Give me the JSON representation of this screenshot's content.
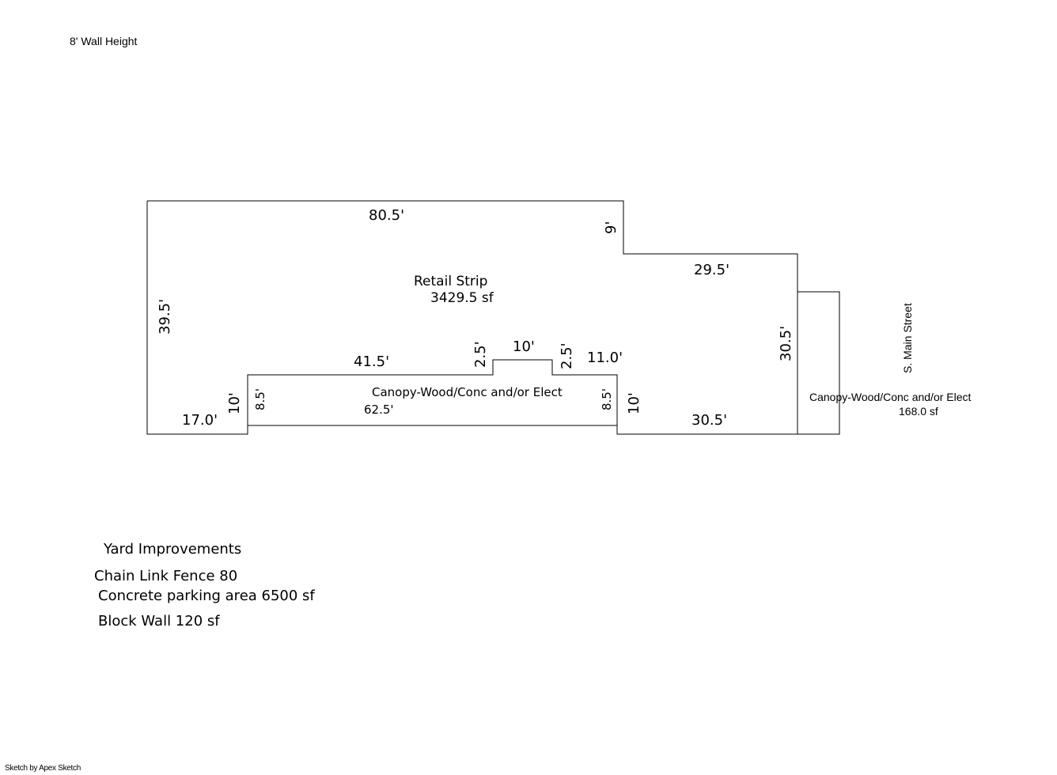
{
  "header": {
    "wall_height": "8' Wall Height"
  },
  "sketch": {
    "retail": {
      "name": "Retail Strip",
      "area": "3429.5 sf"
    },
    "canopy_front": {
      "name": "Canopy-Wood/Conc and/or Elect"
    },
    "canopy_side": {
      "name": "Canopy-Wood/Conc and/or Elect",
      "area": "168.0 sf"
    },
    "street": "S. Main Street",
    "dims": {
      "top": "80.5'",
      "step_down": "9'",
      "upper_right": "29.5'",
      "left": "39.5'",
      "right": "30.5'",
      "front_left": "41.5'",
      "notch_left": "2.5'",
      "notch_top": "10'",
      "notch_right": "2.5'",
      "front_right": "11.0'",
      "bottom_left": "17.0'",
      "bottom_right": "30.5'",
      "canopy_left_outer": "10'",
      "canopy_left_inner": "8.5'",
      "canopy_bottom": "62.5'",
      "canopy_right_inner": "8.5'",
      "canopy_right_outer": "10'"
    }
  },
  "yard": {
    "title": "Yard Improvements",
    "items": [
      "Chain Link Fence  80",
      "Concrete parking area  6500 sf",
      "Block Wall  120 sf"
    ]
  },
  "footer": {
    "credit": "Sketch by Apex Sketch"
  }
}
